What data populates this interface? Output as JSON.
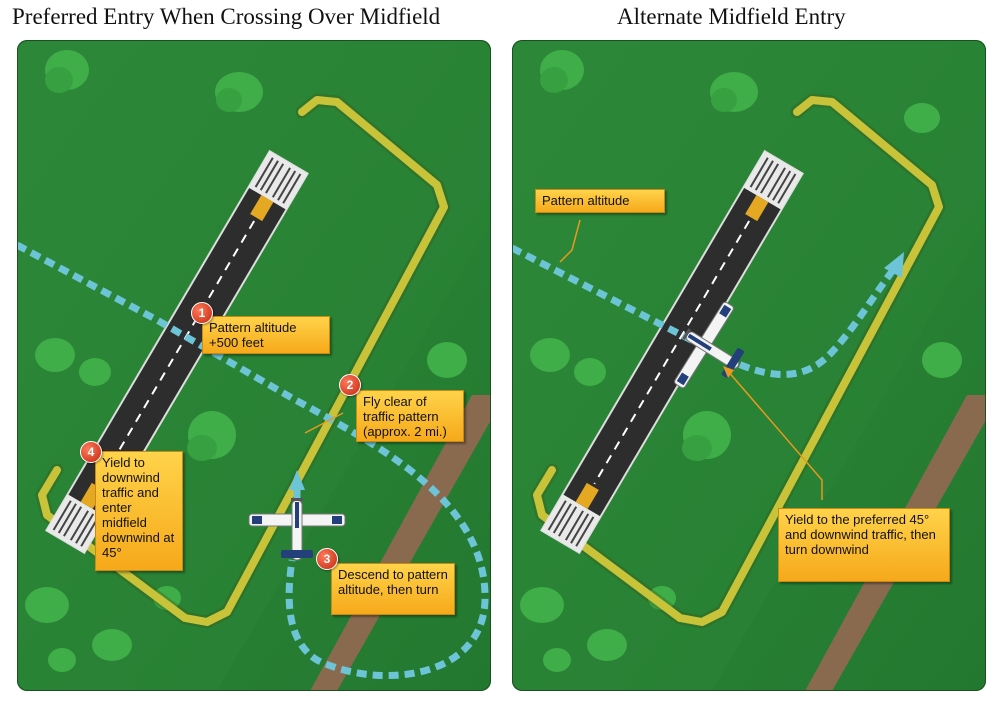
{
  "titles": {
    "left": "Preferred Entry When Crossing Over Midfield",
    "right": "Alternate Midfield Entry"
  },
  "left_panel": {
    "steps": [
      {
        "number": "1",
        "text": "Pattern altitude +500 feet"
      },
      {
        "number": "2",
        "text": "Fly clear of traffic pattern (approx. 2 mi.)"
      },
      {
        "number": "3",
        "text": "Descend to pattern altitude, then turn"
      },
      {
        "number": "4",
        "text": "Yield to downwind traffic and enter midfield downwind at 45°"
      }
    ]
  },
  "right_panel": {
    "labels": {
      "pattern_altitude": "Pattern altitude",
      "yield": "Yield to the preferred 45° and downwind traffic, then turn downwind"
    }
  },
  "colors": {
    "grass": "#2f8f3c",
    "runway": "#2d2d2d",
    "pattern": "#c9c33a",
    "flight_path": "#6cc4d6",
    "callout": "#f8bb2a",
    "road": "#8a6a4f"
  }
}
